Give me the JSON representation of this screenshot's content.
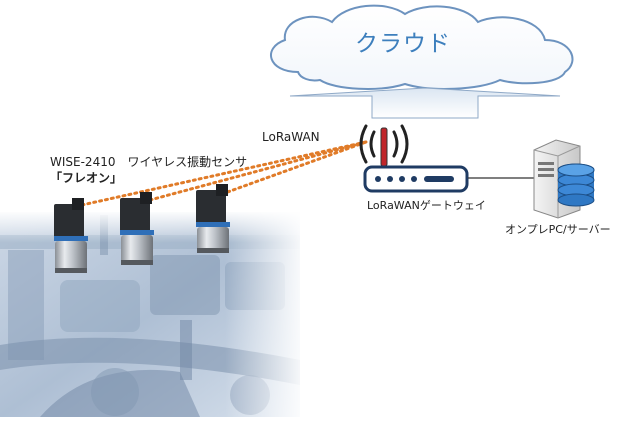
{
  "cloud": {
    "label": "クラウド"
  },
  "link": {
    "label": "LoRaWAN"
  },
  "sensor": {
    "label": "WISE-2410　ワイヤレス振動センサ",
    "sublabel": "「フレオン」"
  },
  "gateway": {
    "label": "LoRaWANゲートウェイ"
  },
  "server": {
    "label": "オンプレPC/サーバー"
  },
  "colors": {
    "cloud_text": "#3d7fbd",
    "cloud_stroke": "#6d93bf",
    "dotted_link": "#e07b28",
    "sensor_ring": "#2f6fb8",
    "server_disk": "#2f78c4"
  }
}
